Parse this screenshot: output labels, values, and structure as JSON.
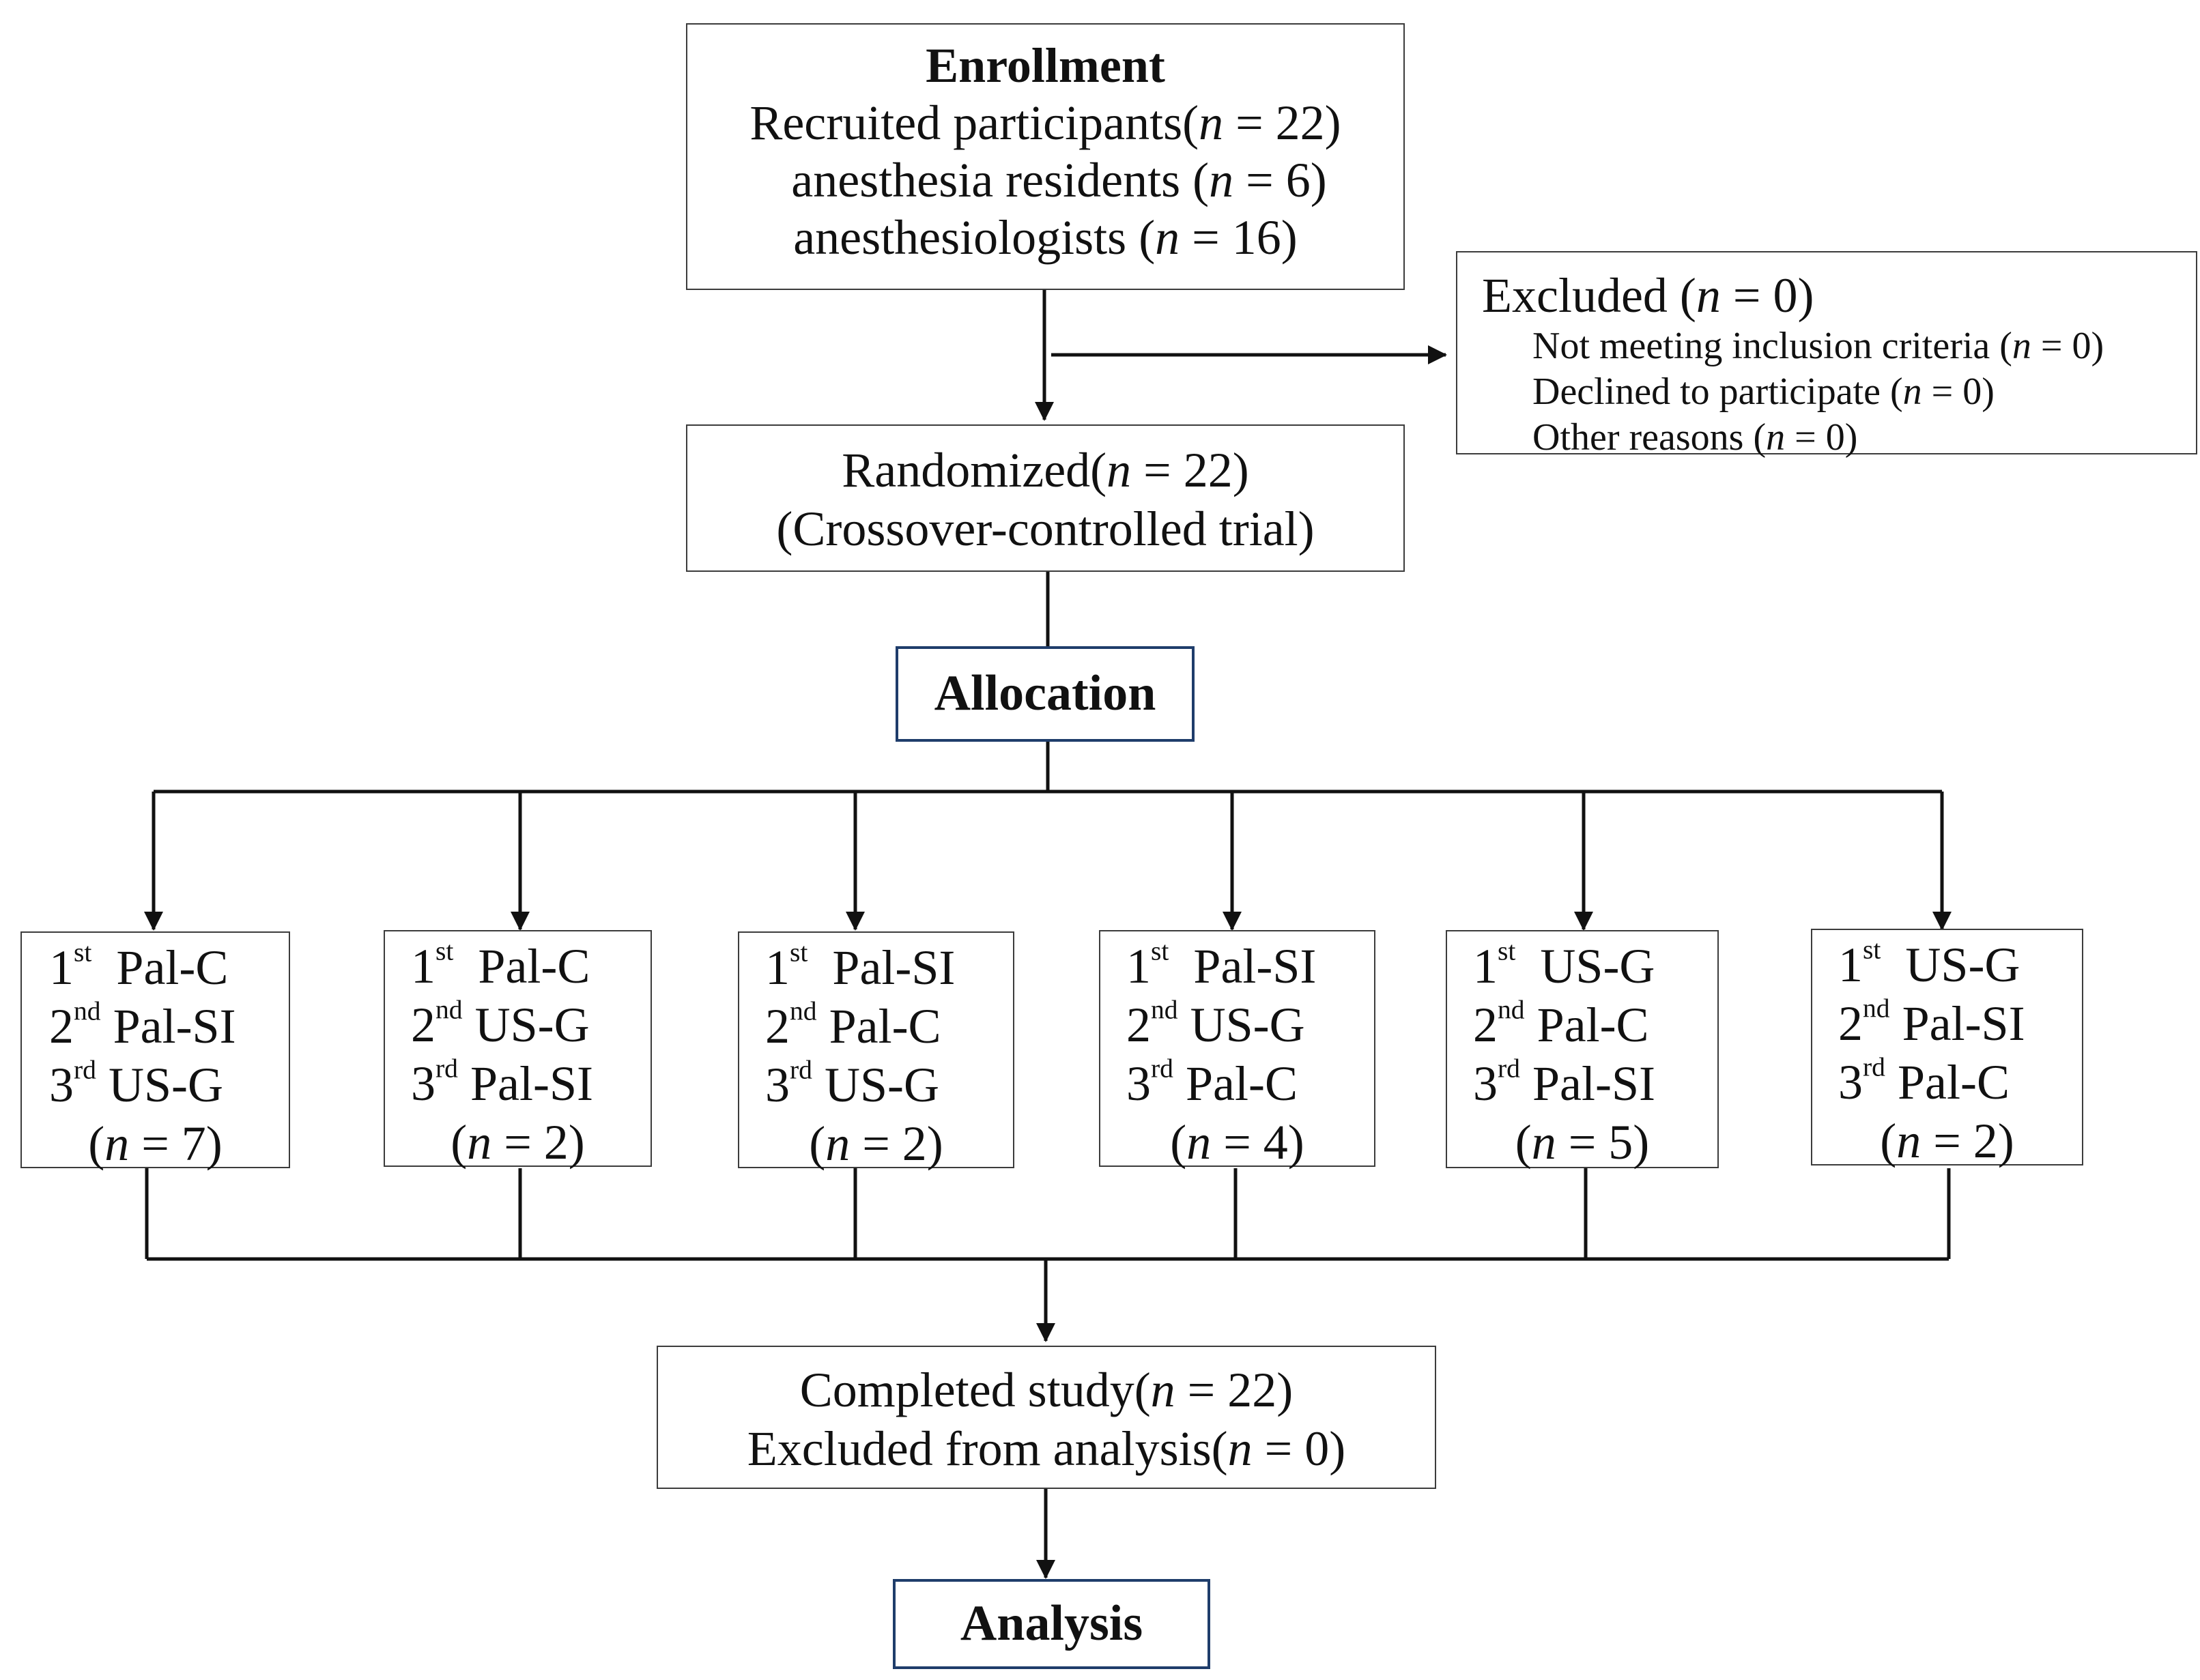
{
  "enrollment": {
    "title": "Enrollment",
    "recruited_prefix": "Recruited participants(",
    "recruited_n": "n",
    "recruited_suffix": " = 22)",
    "residents_prefix": "anesthesia residents (",
    "residents_n": "n",
    "residents_suffix": " = 6)",
    "anesthesiologists_prefix": "anesthesiologists (",
    "anesthesiologists_n": "n",
    "anesthesiologists_suffix": " = 16)"
  },
  "excluded": {
    "title_prefix": "Excluded (",
    "title_n": "n",
    "title_suffix": " = 0)",
    "items": [
      {
        "prefix": "Not meeting inclusion criteria (",
        "n": "n",
        "suffix": " = 0)"
      },
      {
        "prefix": "Declined to participate (",
        "n": "n",
        "suffix": " = 0)"
      },
      {
        "prefix": "Other reasons (",
        "n": "n",
        "suffix": " = 0)"
      }
    ]
  },
  "randomized": {
    "line1_prefix": "Randomized(",
    "line1_n": "n",
    "line1_suffix": " = 22)",
    "line2": "(Crossover-controlled trial)"
  },
  "allocation": {
    "label": "Allocation"
  },
  "groups": [
    {
      "first": "Pal-C",
      "second": "Pal-SI",
      "third": "US-G",
      "n_prefix": "(",
      "n": "n",
      "n_suffix": " = 7)"
    },
    {
      "first": "Pal-C",
      "second": "US-G",
      "third": "Pal-SI",
      "n_prefix": "(",
      "n": "n",
      "n_suffix": " = 2)"
    },
    {
      "first": "Pal-SI",
      "second": "Pal-C",
      "third": "US-G",
      "n_prefix": "(",
      "n": "n",
      "n_suffix": " = 2)"
    },
    {
      "first": "Pal-SI",
      "second": "US-G",
      "third": "Pal-C",
      "n_prefix": "(",
      "n": "n",
      "n_suffix": " = 4)"
    },
    {
      "first": "US-G",
      "second": "Pal-C",
      "third": "Pal-SI",
      "n_prefix": "(",
      "n": "n",
      "n_suffix": " = 5)"
    },
    {
      "first": "US-G",
      "second": "Pal-SI",
      "third": "Pal-C",
      "n_prefix": "(",
      "n": "n",
      "n_suffix": " = 2)"
    }
  ],
  "ordinals": {
    "first_num": "1",
    "first_sup": "st",
    "second_num": "2",
    "second_sup": "nd",
    "third_num": "3",
    "third_sup": "rd"
  },
  "completed": {
    "line1_prefix": "Completed study(",
    "line1_n": "n",
    "line1_suffix": " = 22)",
    "line2_prefix": "Excluded from analysis(",
    "line2_n": "n",
    "line2_suffix": " = 0)"
  },
  "analysis": {
    "label": "Analysis"
  },
  "colors": {
    "box_border": "#3c3c3c",
    "highlight_border": "#1f3d6b",
    "line": "#111111"
  }
}
